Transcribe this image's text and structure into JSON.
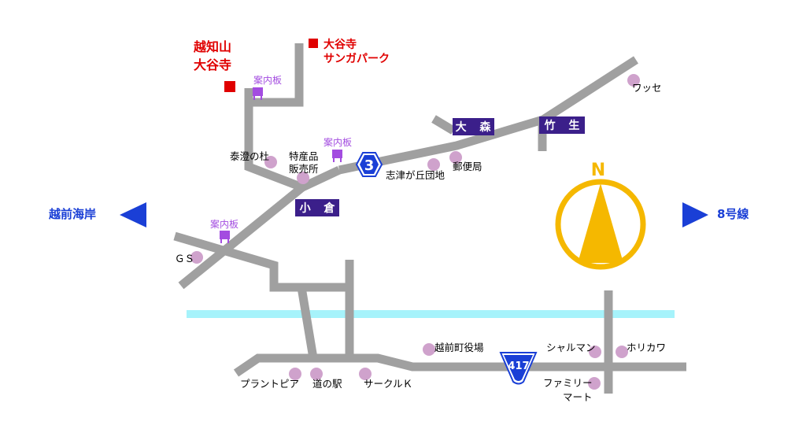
{
  "mountain": {
    "line1": "越知山",
    "line2": "大谷寺"
  },
  "sangapark": {
    "line1": "大谷寺",
    "line2": "サンガパーク"
  },
  "signs": [
    "案内板",
    "案内板",
    "案内板"
  ],
  "areas": {
    "omori": "大 森",
    "takeo": "竹 生",
    "ogura": "小 倉"
  },
  "routes": {
    "pref": "3",
    "national": "417"
  },
  "directions": {
    "west": "越前海岸",
    "east": "8号線"
  },
  "north": "N",
  "landmarks": {
    "wasse": "ワッセ",
    "taicho": "泰澄の杜",
    "tokusan1": "特産品",
    "tokusan2": "販売所",
    "yubin": "郵便局",
    "shizu": "志津が丘団地",
    "gs": "ＧＳ",
    "yakuba": "越前町役場",
    "sharuman": "シャルマン",
    "horikawa": "ホリカワ",
    "family1": "ファミリー",
    "family2": "マート",
    "plant": "プラントピア",
    "michi": "道の駅",
    "circle": "サークルＫ"
  },
  "colors": {
    "road": "#a0a0a0",
    "river": "#a6f3fb",
    "marker": "#cfa2cc",
    "sign": "#a34ce0",
    "area_bg": "#3b1f8a",
    "route_blue": "#1a3fd6",
    "north": "#f5b800",
    "highlight": "#e00000"
  }
}
